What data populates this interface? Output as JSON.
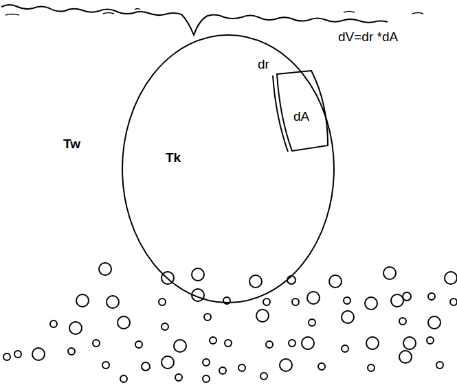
{
  "diagram": {
    "nodes": [
      {
        "text": [
          "Tk"
        ]
      },
      {
        "text": [
          "dA"
        ],
        "in": 0
      }
    ],
    "labels": [
      "dV=dr *dA",
      "dr",
      "Tw"
    ]
  }
}
